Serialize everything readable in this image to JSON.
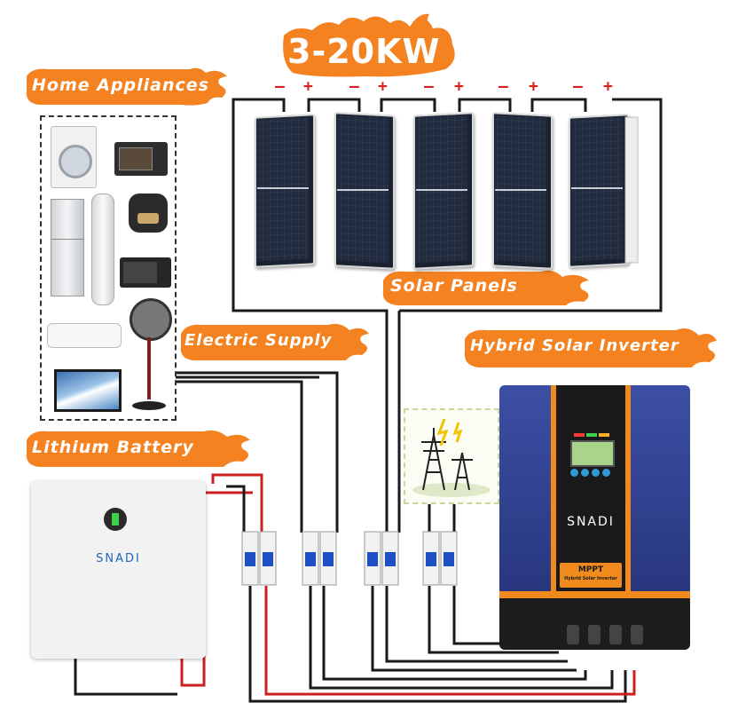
{
  "title": "3-20KW",
  "labels": {
    "home_appliances": "Home Appliances",
    "solar_panels": "Solar Panels",
    "electric_supply": "Electric Supply",
    "hybrid_inverter": "Hybrid Solar Inverter",
    "lithium_battery": "Lithium Battery"
  },
  "polarity": {
    "minus": "–",
    "plus": "+"
  },
  "battery": {
    "brand": "SNADI"
  },
  "inverter": {
    "brand": "SNADI",
    "badge": "MPPT",
    "subtitle": "Hybrid Solar Inverter"
  },
  "colors": {
    "flame": "#f58220",
    "wire_black": "#1a1a1a",
    "wire_red": "#cc1f1f",
    "inverter_blue": "#2d3f8f",
    "inverter_orange": "#f08a1c",
    "breaker_blue": "#1e4fc4"
  }
}
